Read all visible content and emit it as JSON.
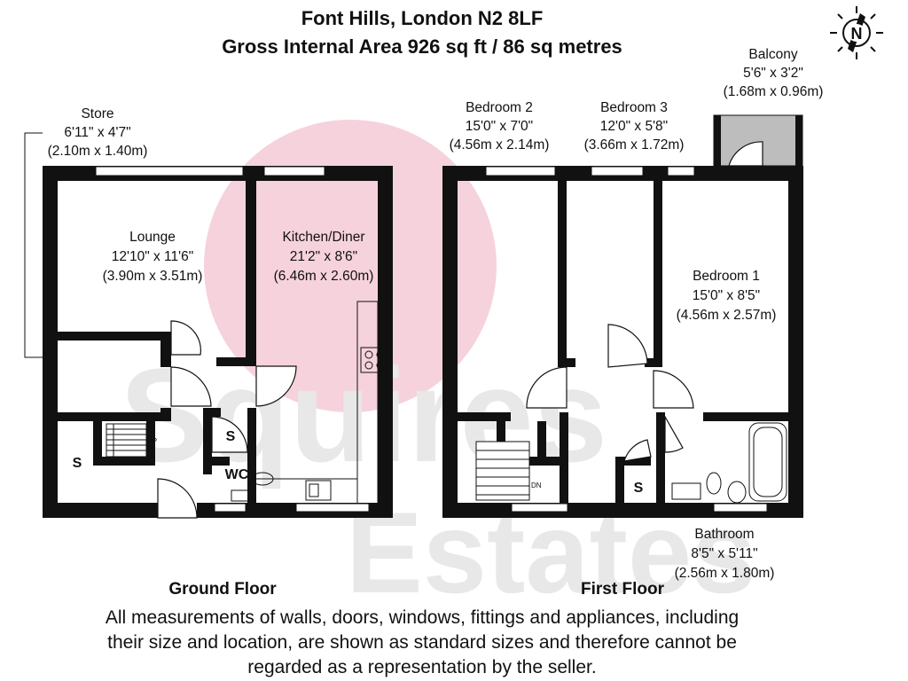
{
  "header": {
    "address": "Font Hills, London N2 8LF",
    "area": "Gross Internal Area 926 sq ft / 86 sq metres"
  },
  "compass": {
    "letter": "N"
  },
  "watermark": {
    "line1": "Squires",
    "line2": "Estates"
  },
  "rooms": {
    "store": {
      "name": "Store",
      "imperial": "6'11\" x 4'7\"",
      "metric": "(2.10m x 1.40m)"
    },
    "lounge": {
      "name": "Lounge",
      "imperial": "12'10\" x 11'6\"",
      "metric": "(3.90m x 3.51m)"
    },
    "kitchen": {
      "name": "Kitchen/Diner",
      "imperial": "21'2\" x 8'6\"",
      "metric": "(6.46m x 2.60m)"
    },
    "bedroom2": {
      "name": "Bedroom 2",
      "imperial": "15'0\" x 7'0\"",
      "metric": "(4.56m x 2.14m)"
    },
    "bedroom3": {
      "name": "Bedroom 3",
      "imperial": "12'0\" x 5'8\"",
      "metric": "(3.66m x 1.72m)"
    },
    "balcony": {
      "name": "Balcony",
      "imperial": "5'6\" x 3'2\"",
      "metric": "(1.68m x 0.96m)"
    },
    "bedroom1": {
      "name": "Bedroom 1",
      "imperial": "15'0\" x 8'5\"",
      "metric": "(4.56m x 2.57m)"
    },
    "bathroom": {
      "name": "Bathroom",
      "imperial": "8'5\" x 5'11\"",
      "metric": "(2.56m x 1.80m)"
    }
  },
  "small_labels": {
    "store_s1": "S",
    "store_s2": "S",
    "store_s3": "S",
    "wc": "WC",
    "up": "UP",
    "dn": "DN"
  },
  "floors": {
    "ground": "Ground Floor",
    "first": "First Floor"
  },
  "disclaimer": {
    "line1": "All measurements of walls, doors, windows, fittings and appliances, including",
    "line2": "their size and location, are shown as standard sizes and therefore cannot be",
    "line3": "regarded as a representation by the seller."
  }
}
